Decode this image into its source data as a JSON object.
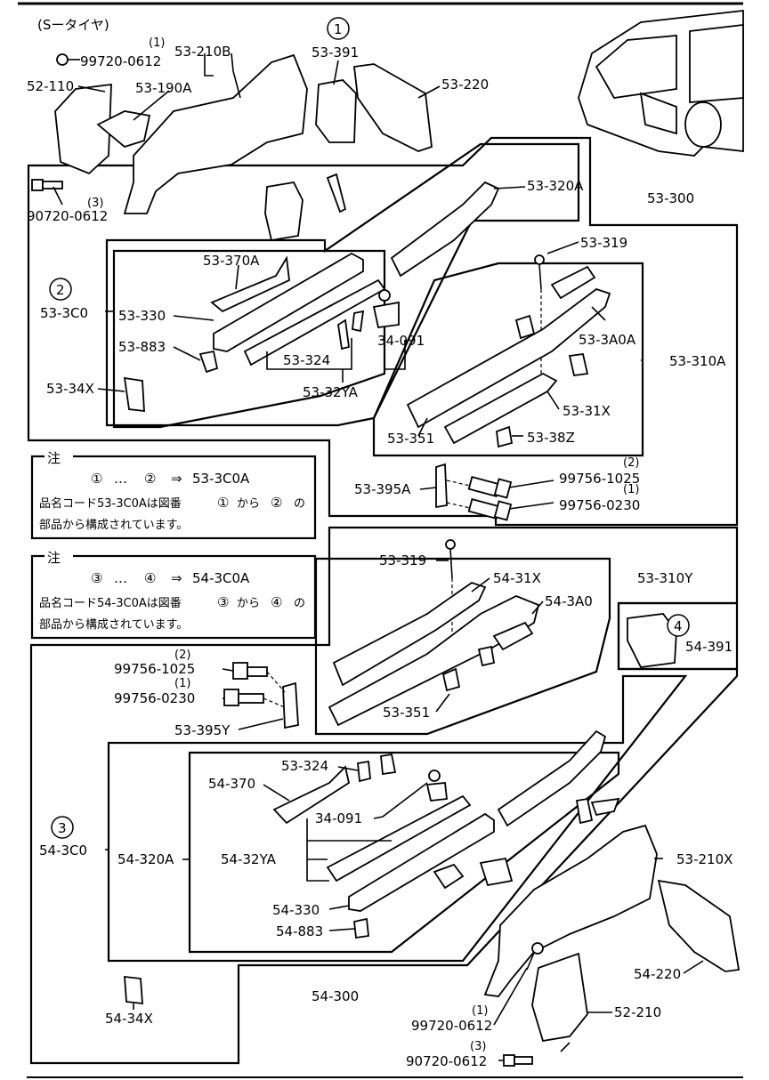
{
  "header": {
    "title": "(Sータイヤ)"
  },
  "callouts": {
    "c1": "①",
    "c2": "②",
    "c3": "③",
    "c4": "④",
    "g2_code": "53-3C0",
    "g3_code": "54-3C0"
  },
  "labels": {
    "l_99720_top_q": "(1)",
    "l_99720_top": "99720-0612",
    "l_53210B": "53-210B",
    "l_52110": "52-110",
    "l_53190A": "53-190A",
    "l_53391": "53-391",
    "l_53220": "53-220",
    "l_90720_top_q": "(3)",
    "l_90720_top": "90720-0612",
    "l_53320A": "53-320A",
    "l_53300": "53-300",
    "l_53319a": "53-319",
    "l_53370A": "53-370A",
    "l_53330": "53-330",
    "l_53883": "53-883",
    "l_53324": "53-324",
    "l_34091a": "34-091",
    "l_5332YA": "53-32YA",
    "l_5334X": "53-34X",
    "l_533A0A": "53-3A0A",
    "l_53310A": "53-310A",
    "l_5331X": "53-31X",
    "l_53351a": "53-351",
    "l_5338Z": "53-38Z",
    "l_53395A": "53-395A",
    "l_99756_1025a_q": "(2)",
    "l_99756_1025a": "99756-1025",
    "l_99756_0230a_q": "(1)",
    "l_99756_0230a": "99756-0230",
    "l_53319b": "53-319",
    "l_5431X": "54-31X",
    "l_543A0": "54-3A0",
    "l_53310Y": "53-310Y",
    "l_54391": "54-391",
    "l_99756_1025b_q": "(2)",
    "l_99756_1025b": "99756-1025",
    "l_99756_0230b_q": "(1)",
    "l_99756_0230b": "99756-0230",
    "l_53351b": "53-351",
    "l_53395Y": "53-395Y",
    "l_53324b": "53-324",
    "l_54370": "54-370",
    "l_34091b": "34-091",
    "l_54320A": "54-320A",
    "l_5432YA": "54-32YA",
    "l_53210X": "53-210X",
    "l_54330": "54-330",
    "l_54883": "54-883",
    "l_54220": "54-220",
    "l_54300": "54-300",
    "l_5434X": "54-34X",
    "l_99720_bot_q": "(1)",
    "l_99720_bot": "99720-0612",
    "l_52210": "52-210",
    "l_90720_bot_q": "(3)",
    "l_90720_bot": "90720-0612"
  },
  "notes": [
    {
      "heading": "注",
      "formula_a": "①",
      "formula_dots": "…",
      "formula_b": "②",
      "formula_arrow": "⇒",
      "formula_code": "53-3C0A",
      "line1_pre": "品名コード53-3C0Aは図番",
      "line1_a": "①",
      "line1_mid": "から",
      "line1_b": "②",
      "line1_post": "の",
      "line2": "部品から構成されています。"
    },
    {
      "heading": "注",
      "formula_a": "③",
      "formula_dots": "…",
      "formula_b": "④",
      "formula_arrow": "⇒",
      "formula_code": "54-3C0A",
      "line1_pre": "品名コード54-3C0Aは図番",
      "line1_a": "③",
      "line1_mid": "から",
      "line1_b": "④",
      "line1_post": "の",
      "line2": "部品から構成されています。"
    }
  ]
}
